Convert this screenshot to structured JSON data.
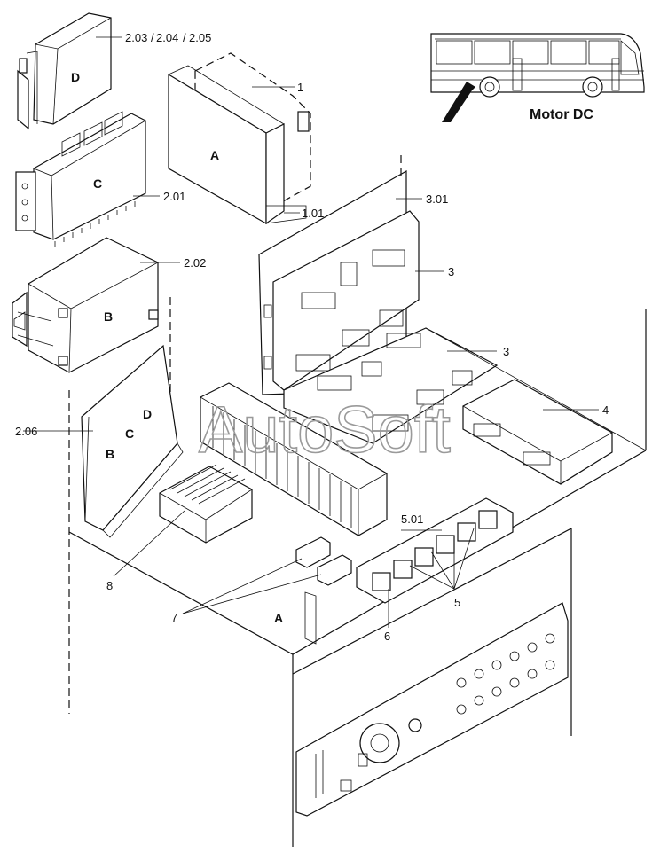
{
  "callouts": {
    "c203": "2.03",
    "c204": "2.04",
    "c205": "2.05",
    "c1": "1",
    "c201": "2.01",
    "c101": "1.01",
    "c301": "3.01",
    "c202": "2.02",
    "c3a": "3",
    "c3b": "3",
    "c4": "4",
    "c206": "2.06",
    "c501": "5.01",
    "c8": "8",
    "c7": "7",
    "c5": "5",
    "c6": "6"
  },
  "letters": {
    "D_top": "D",
    "A_top": "A",
    "C_mid": "C",
    "B_mid": "B",
    "D_panel": "D",
    "C_panel": "C",
    "B_panel": "B",
    "A_floor": "A"
  },
  "bus_label": "Motor DC",
  "watermark": "AutoSoft"
}
